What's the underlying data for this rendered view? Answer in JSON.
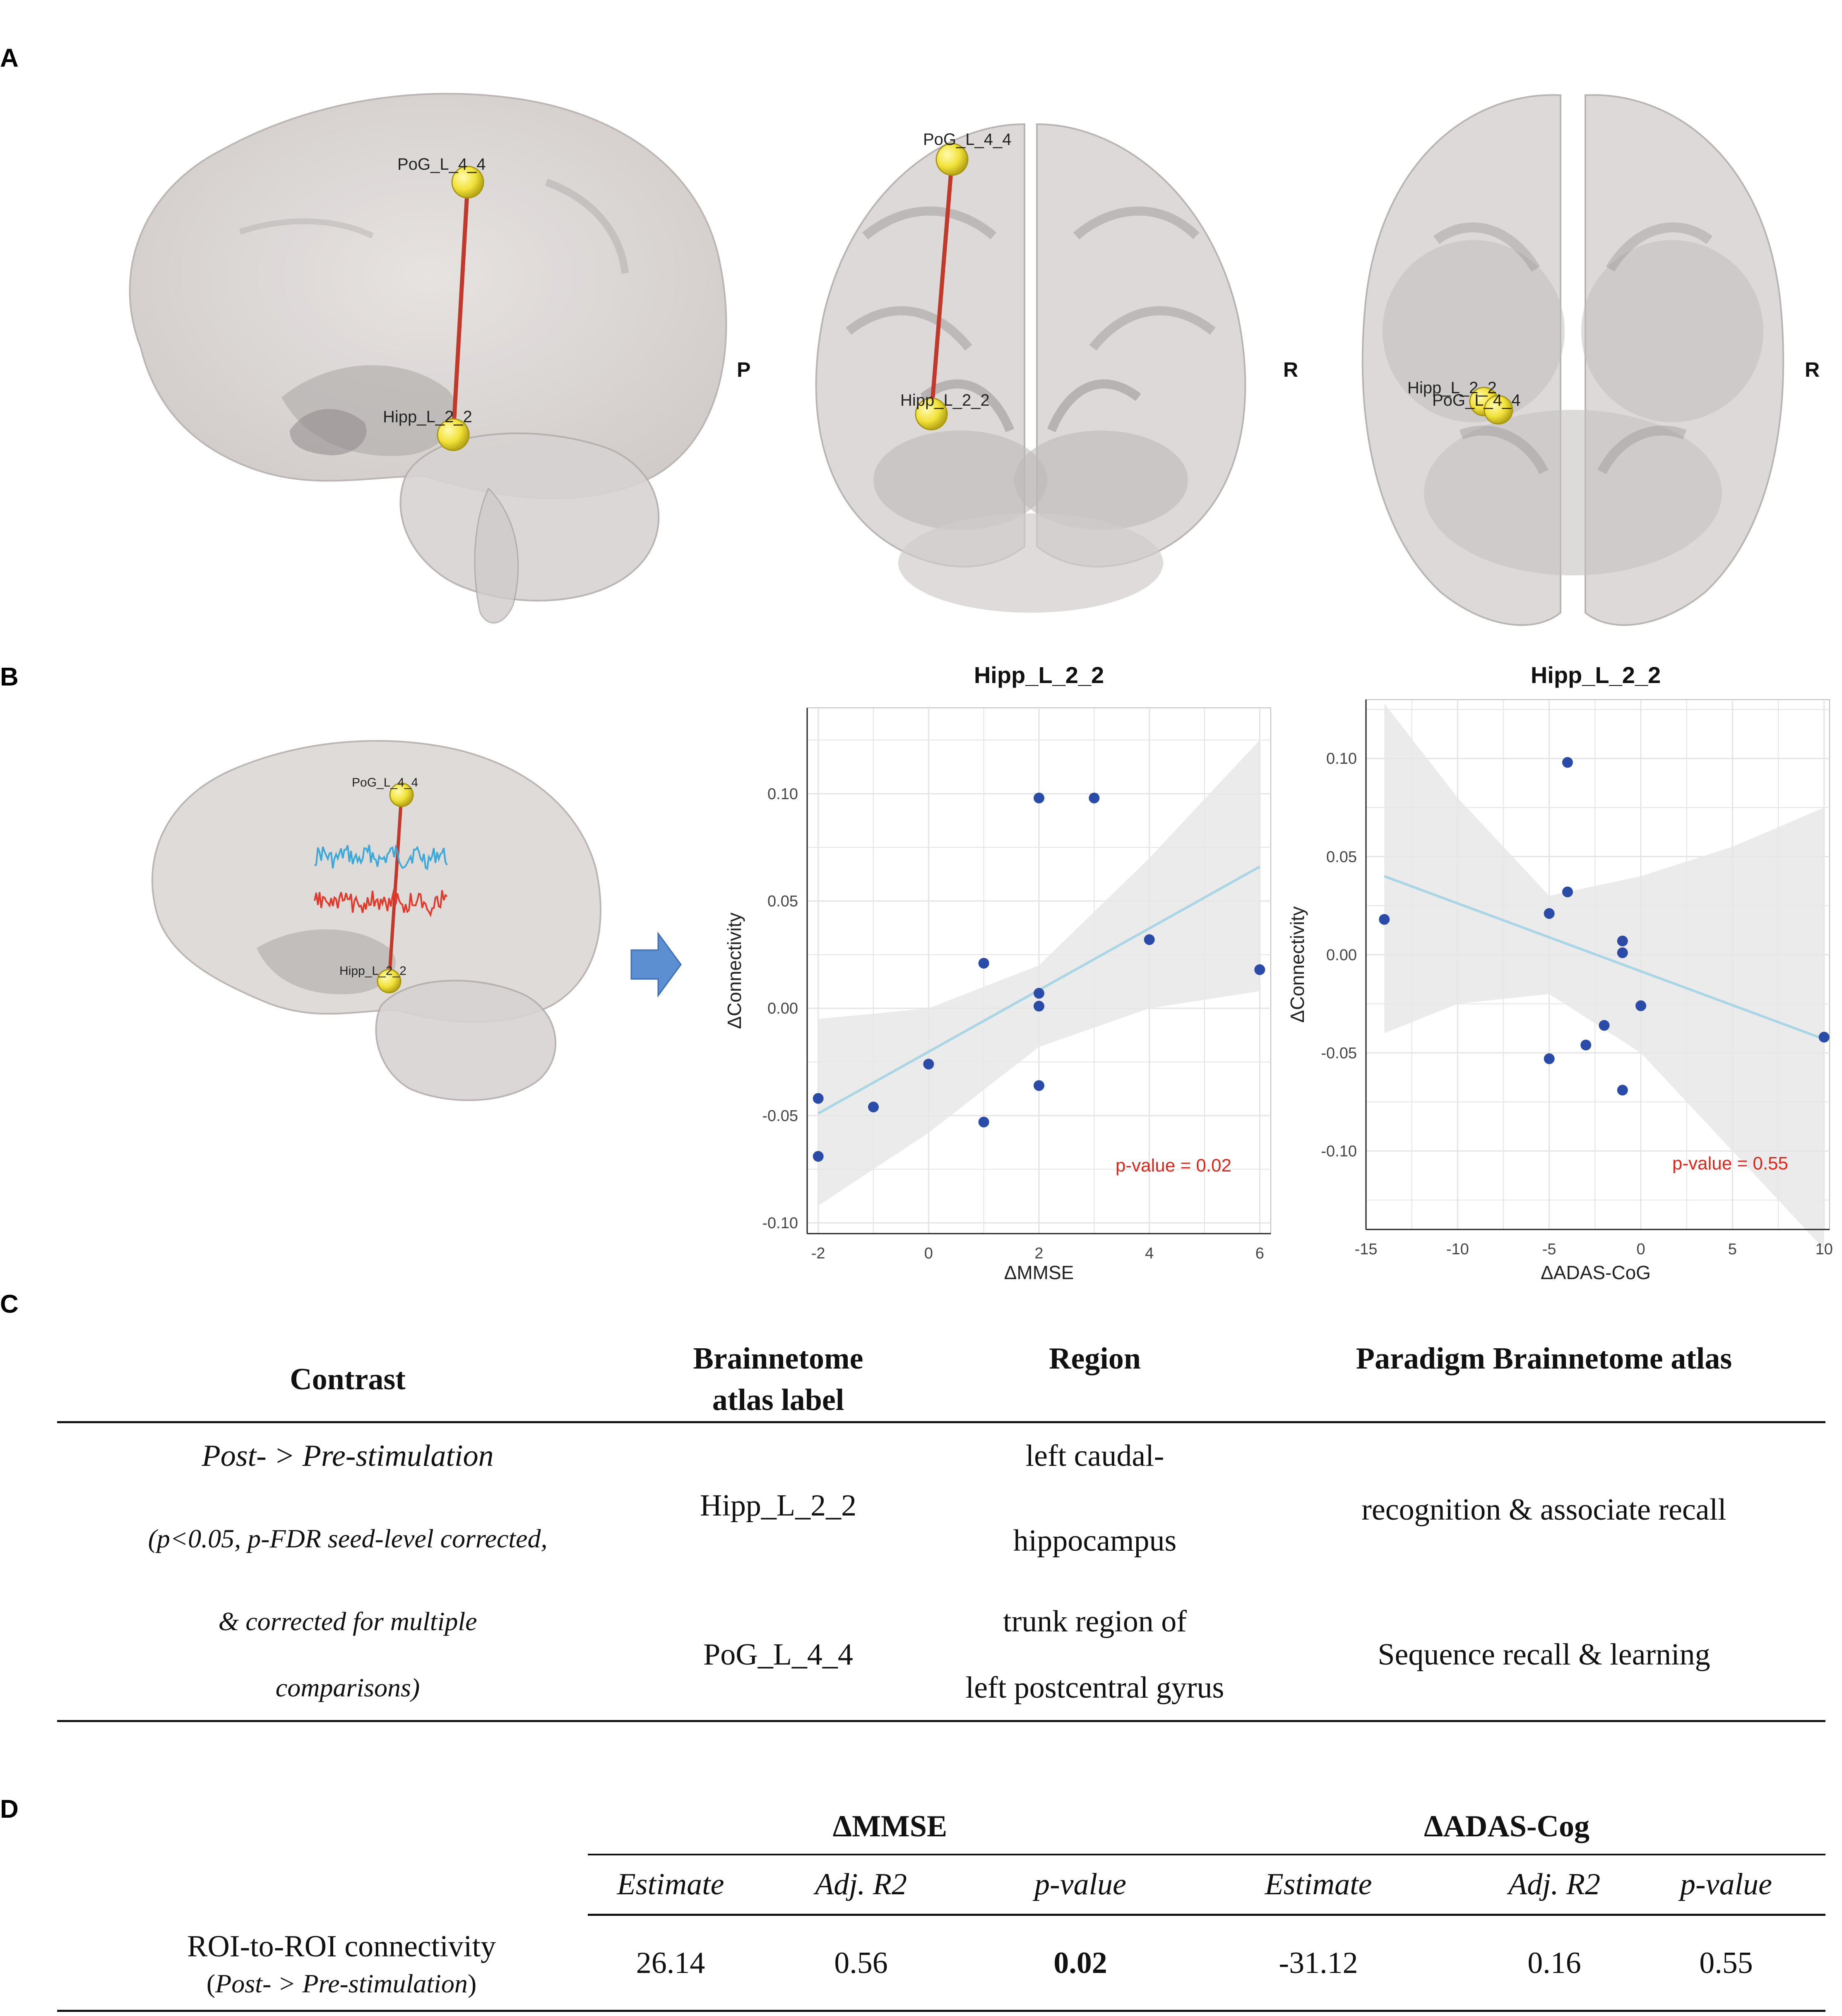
{
  "panels": {
    "a": "A",
    "b": "B",
    "c": "C",
    "d": "D"
  },
  "panel_a": {
    "sagittal": {
      "top_node": "PoG_L_4_4",
      "bottom_node": "Hipp_L_2_2",
      "orientation": "P"
    },
    "coronal": {
      "top_node": "PoG_L_4_4",
      "bottom_node": "Hipp_L_2_2",
      "orientation": "R"
    },
    "axial": {
      "node_1": "Hipp_L_2_2",
      "node_2": "PoG_L_4_4",
      "orientation": "R"
    }
  },
  "panel_b": {
    "brain": {
      "top_node": "PoG_L_4_4",
      "bottom_node": "Hipp_L_2_2"
    },
    "arrow_icon": "right-arrow-icon"
  },
  "colors": {
    "node": "#f2e23a",
    "edge": "#c0392b",
    "points": "#2b4ba8",
    "fit_line": "#a9d6e5",
    "ci_band": "#e6e6e6",
    "pvalue": "#e0261b"
  },
  "chart_data": [
    {
      "type": "scatter",
      "title": "Hipp_L_2_2",
      "xlabel": "ΔMMSE",
      "ylabel": "ΔConnectivity",
      "xlim": [
        -2.2,
        6.2
      ],
      "ylim": [
        -0.105,
        0.14
      ],
      "xticks": [
        -2,
        0,
        2,
        4,
        6
      ],
      "yticks": [
        -0.1,
        -0.05,
        0.0,
        0.05,
        0.1
      ],
      "ytick_labels": [
        "-0.10",
        "-0.05",
        "0.00",
        "0.05",
        "0.10"
      ],
      "grid": true,
      "points": [
        {
          "x": -2,
          "y": -0.042
        },
        {
          "x": -2,
          "y": -0.069
        },
        {
          "x": -1,
          "y": -0.046
        },
        {
          "x": 0,
          "y": -0.026
        },
        {
          "x": 1,
          "y": 0.021
        },
        {
          "x": 1,
          "y": -0.053
        },
        {
          "x": 2,
          "y": 0.098
        },
        {
          "x": 2,
          "y": 0.007
        },
        {
          "x": 2,
          "y": 0.001
        },
        {
          "x": 2,
          "y": -0.036
        },
        {
          "x": 3,
          "y": 0.098
        },
        {
          "x": 4,
          "y": 0.032
        },
        {
          "x": 6,
          "y": 0.018
        }
      ],
      "fit": {
        "x": [
          -2,
          6
        ],
        "y": [
          -0.049,
          0.066
        ]
      },
      "ci_band": {
        "x": [
          -2,
          0,
          2,
          4,
          6
        ],
        "upper": [
          -0.005,
          0.0,
          0.02,
          0.07,
          0.125
        ],
        "lower": [
          -0.092,
          -0.058,
          -0.018,
          0.0,
          0.008
        ]
      },
      "annotation": "p-value = 0.02"
    },
    {
      "type": "scatter",
      "title": "Hipp_L_2_2",
      "xlabel": "ΔADAS-CoG",
      "ylabel": "ΔConnectivity",
      "xlim": [
        -15,
        10.3
      ],
      "ylim": [
        -0.14,
        0.13
      ],
      "xticks": [
        -15,
        -10,
        -5,
        0,
        5,
        10
      ],
      "yticks": [
        -0.1,
        -0.05,
        0.0,
        0.05,
        0.1
      ],
      "ytick_labels": [
        "-0.10",
        "-0.05",
        "0.00",
        "0.05",
        "0.10"
      ],
      "grid": true,
      "points": [
        {
          "x": -14,
          "y": 0.018
        },
        {
          "x": -5,
          "y": 0.021
        },
        {
          "x": -5,
          "y": -0.053
        },
        {
          "x": -4,
          "y": 0.098
        },
        {
          "x": -4,
          "y": 0.032
        },
        {
          "x": -3,
          "y": -0.046
        },
        {
          "x": -2,
          "y": -0.036
        },
        {
          "x": -1,
          "y": 0.007
        },
        {
          "x": -1,
          "y": 0.001
        },
        {
          "x": -1,
          "y": -0.069
        },
        {
          "x": 0,
          "y": -0.026
        },
        {
          "x": 10,
          "y": -0.042
        }
      ],
      "fit": {
        "x": [
          -14,
          10
        ],
        "y": [
          0.04,
          -0.043
        ]
      },
      "ci_band": {
        "x": [
          -14,
          -10,
          -5,
          0,
          5,
          10
        ],
        "upper": [
          0.128,
          0.08,
          0.03,
          0.04,
          0.055,
          0.075
        ],
        "lower": [
          -0.04,
          -0.025,
          -0.02,
          -0.05,
          -0.1,
          -0.15
        ]
      },
      "annotation": "p-value = 0.55"
    }
  ],
  "table_c": {
    "headers": {
      "contrast": "Contrast",
      "label_l1": "Brainnetome",
      "label_l2": "atlas label",
      "region": "Region",
      "paradigm": "Paradigm Brainnetome atlas"
    },
    "contrast": {
      "line1": "Post- > Pre-stimulation",
      "line2": "(p<0.05, p-FDR seed-level corrected,",
      "line3": "& corrected for multiple",
      "line4": "comparisons)"
    },
    "rows": [
      {
        "label": "Hipp_L_2_2",
        "region_l1": "left caudal-",
        "region_l2": "hippocampus",
        "paradigm": "recognition & associate recall"
      },
      {
        "label": "PoG_L_4_4",
        "region_l1": "trunk region of",
        "region_l2": "left postcentral gyrus",
        "paradigm": "Sequence recall & learning"
      }
    ]
  },
  "table_d": {
    "group1": "ΔMMSE",
    "group2": "ΔADAS-Cog",
    "subheaders": [
      "Estimate",
      "Adj. R2",
      "p-value",
      "Estimate",
      "Adj. R2",
      "p-value"
    ],
    "row_label_l1": "ROI-to-ROI connectivity",
    "row_label_l2_open": "(",
    "row_label_l2_italic": "Post- > Pre-stimulation",
    "row_label_l2_close": ")",
    "values": [
      "26.14",
      "0.56",
      "0.02",
      "-31.12",
      "0.16",
      "0.55"
    ]
  }
}
